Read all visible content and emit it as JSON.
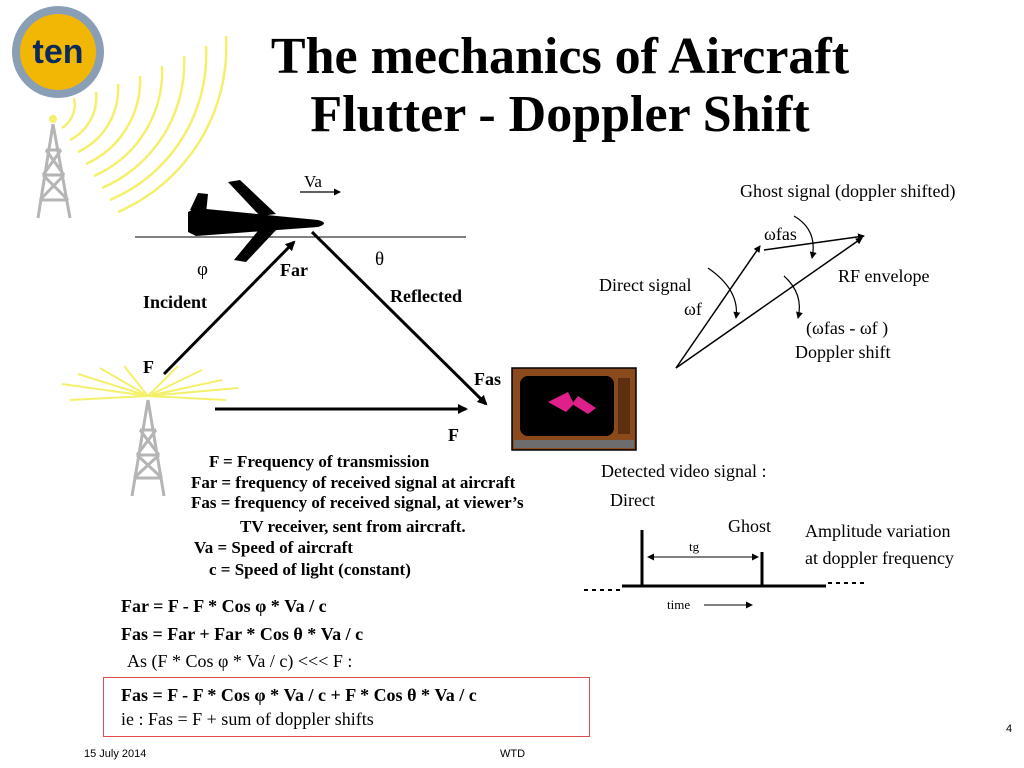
{
  "slide": {
    "title_line1": "The mechanics of Aircraft",
    "title_line2": "Flutter - Doppler Shift",
    "logo_text": "ten",
    "page_number": "4",
    "footer_date": "15 July 2014",
    "footer_center": "WTD"
  },
  "diagram": {
    "va": "Va",
    "phi": "φ",
    "far": "Far",
    "theta": "θ",
    "incident": "Incident",
    "reflected": "Reflected",
    "f_left": "F",
    "fas": "Fas",
    "f_bottom": "F",
    "ghost_signal": "Ghost signal (doppler shifted)",
    "omega_fas": "ωfas",
    "direct_signal": "Direct signal",
    "omega_f": "ωf",
    "rf_envelope": "RF envelope",
    "doppler_diff": "(ωfas - ωf )",
    "doppler_shift": "Doppler shift",
    "detected_video": "Detected video signal :",
    "direct": "Direct",
    "ghost": "Ghost",
    "tg": "tg",
    "time": "time",
    "amp_line1": "Amplitude variation",
    "amp_line2": "at doppler frequency"
  },
  "definitions": {
    "d1": "F = Frequency of transmission",
    "d2": "Far = frequency of received signal at aircraft",
    "d3": "Fas = frequency of received signal, at viewer’s",
    "d4": "TV receiver, sent from aircraft.",
    "d5": "Va = Speed of aircraft",
    "d6": "c = Speed of light (constant)"
  },
  "formulas": {
    "f1": "Far = F - F * Cos φ * Va / c",
    "f2": "Fas = Far +  Far * Cos θ * Va / c",
    "f3": "As  (F * Cos φ * Va / c) <<< F :",
    "f4": "Fas = F - F * Cos φ * Va / c + F * Cos θ * Va / c",
    "f5": "ie :  Fas = F + sum of doppler shifts"
  },
  "colors": {
    "logo_fill": "#f2b705",
    "logo_ring": "#8a9fb5",
    "radio_waves": "#f4f06b",
    "tower": "#b5b5b5",
    "formula_box_border": "#e24b4b",
    "tv_body": "#8b4a1c",
    "fish": "#e0208a"
  }
}
